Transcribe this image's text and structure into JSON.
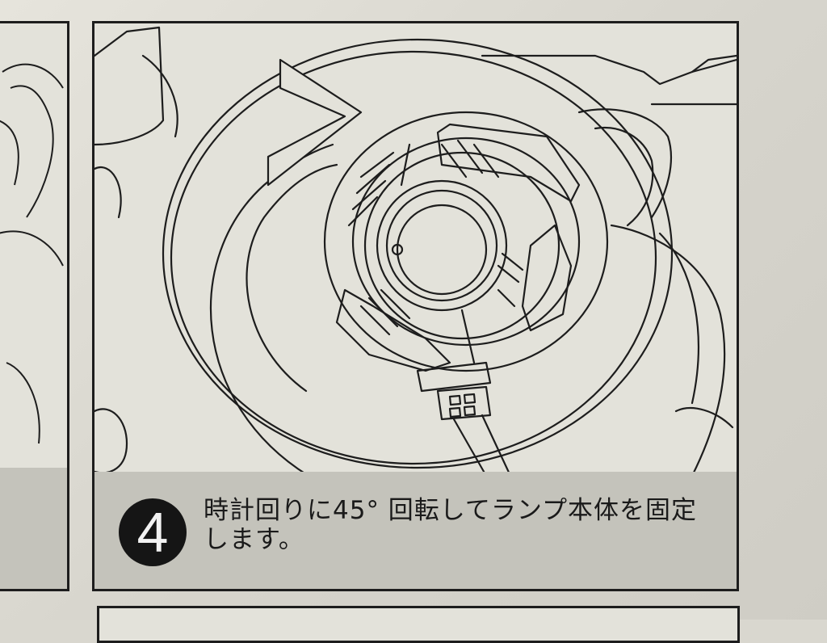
{
  "step": {
    "number": "4",
    "instruction": "時計回りに45° 回転してランプ本体を固定します。"
  },
  "illustration": {
    "subject": "headlight lamp base rotated clockwise 45 degrees",
    "arrow_direction": "clockwise"
  }
}
